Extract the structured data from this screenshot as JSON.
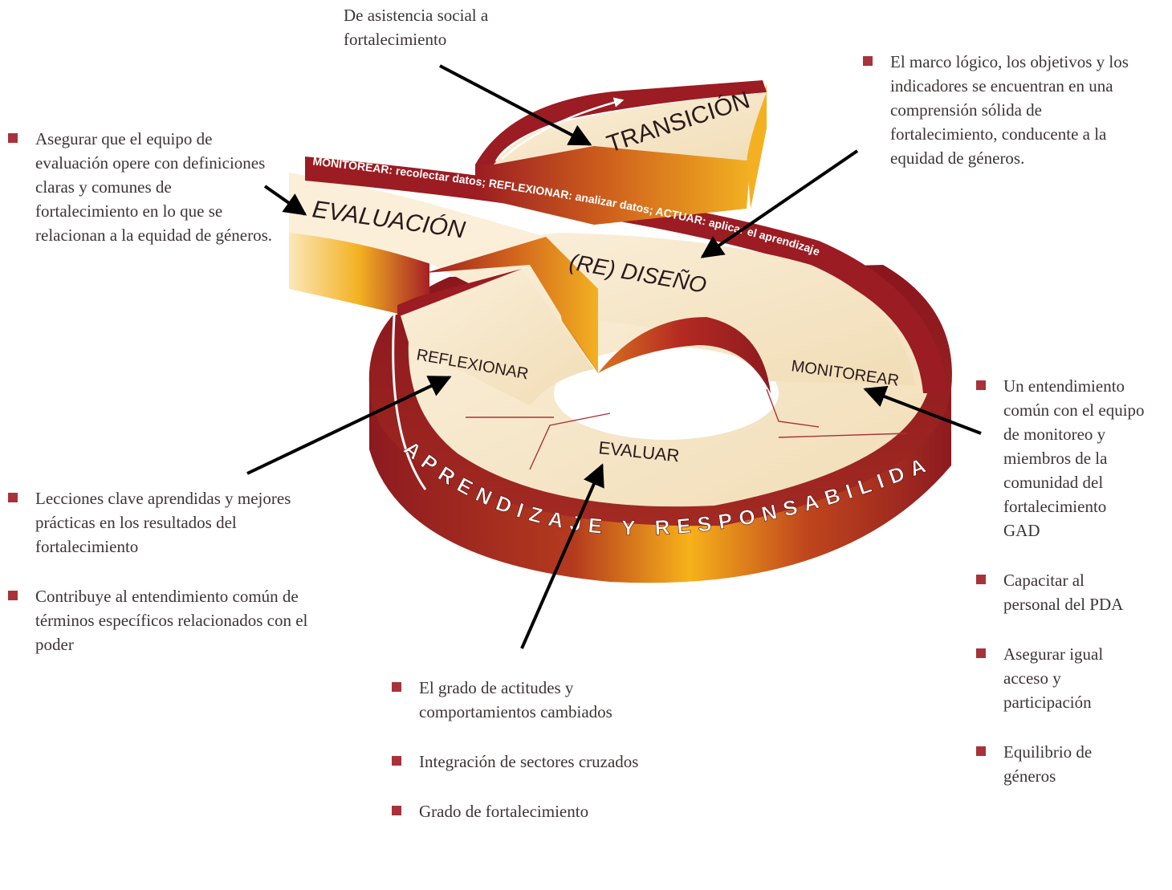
{
  "top_caption": "De asistencia social a fortalecimiento",
  "stages": {
    "transition": "TRANSICIÓN",
    "evaluation": "EVALUACIÓN",
    "redesign": "(RE) DISEÑO",
    "reflect": "REFLEXIONAR",
    "monitor": "MONITOREAR",
    "evaluate": "EVALUAR"
  },
  "band_text": "MONITOREAR: recolectar datos; REFLEXIONAR: analizar datos; ACTUAR: aplicar el aprendizaje",
  "base_text": "APRENDIZAJE Y RESPONSABILIDAD",
  "notes": {
    "top_left": [
      "Asegurar que el equipo de evaluación opere con definiciones claras y comunes de fortalecimiento en lo que se relacionan a la equidad de géneros."
    ],
    "top_right": [
      "El marco lógico, los objetivos y los indicadores se encuentran en una comprensión sólida de fortalecimiento, conducente a la equidad de géneros."
    ],
    "bottom_left": [
      "Lecciones clave aprendidas y mejores prácticas en los resultados del fortalecimiento",
      "Contribuye al entendimiento común de términos específicos relacionados con el poder"
    ],
    "bottom_center": [
      "El grado de actitudes y comportamientos cambiados",
      "Integración de sectores cruzados",
      "Grado de fortalecimiento"
    ],
    "right": [
      "Un entendimiento común con el equipo de monitoreo y miembros de la comunidad del fortalecimiento GAD",
      "Capacitar al personal del PDA",
      "Asegurar igual acceso y participación",
      "Equilibrio de géneros"
    ]
  },
  "colors": {
    "cream": "#f6e6c8",
    "dark_red": "#9b1c22",
    "orange": "#f3a21a",
    "bullet": "#a8323a",
    "line": "#a8323a"
  }
}
